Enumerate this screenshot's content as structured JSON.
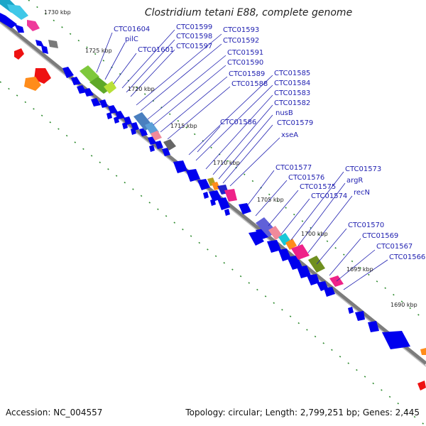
{
  "title": "Clostridium tetani E88, complete genome",
  "footer": {
    "accession": "Accession: NC_004557",
    "summary": "Topology: circular; Length: 2,799,251 bp; Genes: 2,445"
  },
  "colors": {
    "cds": "#0000ee",
    "backbone": "#808080",
    "tick_mark": "#2d8a2d",
    "label": "#1f1fb0"
  },
  "ticks": [
    "1730 kbp",
    "1725 kbp",
    "1720 kbp",
    "1715 kbp",
    "1710 kbp",
    "1705 kbp",
    "1700 kbp",
    "1695 kbp",
    "1690 kbp"
  ],
  "gene_labels": [
    "CTC01604",
    "pilC",
    "CTC01601",
    "CTC01599",
    "CTC01598",
    "CTC01597",
    "CTC01593",
    "CTC01592",
    "CTC01591",
    "CTC01590",
    "CTC01589",
    "CTC01588",
    "CTC01586",
    "CTC01585",
    "CTC01584",
    "CTC01583",
    "CTC01582",
    "nusB",
    "CTC01579",
    "xseA",
    "CTC01577",
    "CTC01576",
    "CTC01575",
    "CTC01574",
    "CTC01573",
    "argR",
    "recN",
    "CTC01570",
    "CTC01569",
    "CTC01567",
    "CTC01566"
  ]
}
